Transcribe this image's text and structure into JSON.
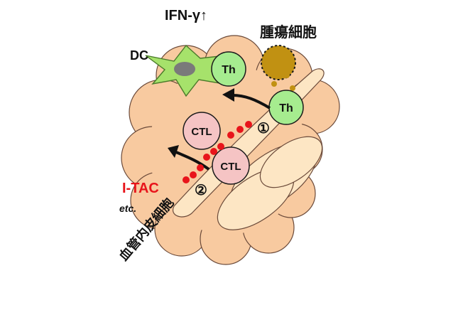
{
  "labels": {
    "ifn": "IFN-γ↑",
    "tumor": "腫瘍細胞",
    "dc": "DC",
    "th_top": "Th",
    "th_bottom": "Th",
    "ctl_top": "CTL",
    "ctl_bottom": "CTL",
    "step1": "①",
    "step2": "②",
    "itac": "I-TAC",
    "etc": "etc.",
    "vessel": "血管内皮細胞"
  },
  "colors": {
    "tissue": "#f8caa0",
    "vessel": "#fde6c4",
    "dc": "#a6e26b",
    "th": "#a6ec8f",
    "ctl": "#f5c4c4",
    "chemokine": "#e8141b",
    "tumor": "#c19112",
    "itac_text": "#e8141b"
  }
}
